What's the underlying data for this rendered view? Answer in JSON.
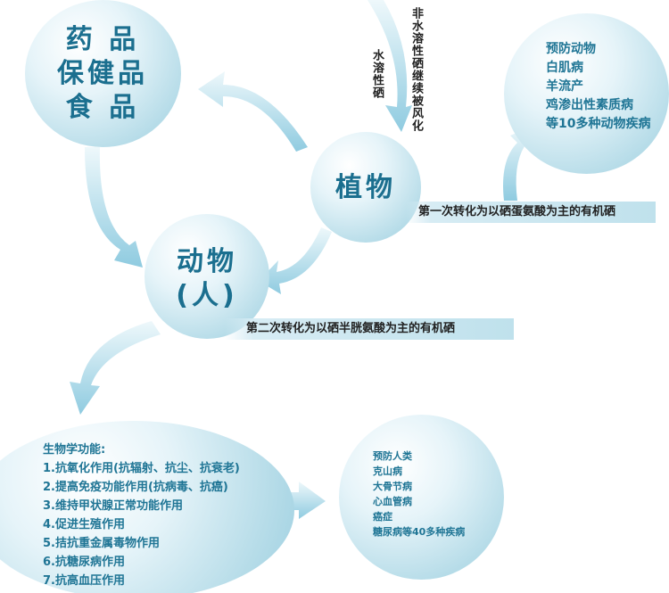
{
  "nodes": {
    "products": [
      "药 品",
      "保健品",
      "食 品"
    ],
    "plant": "植物",
    "animal": [
      "动物",
      "(人)"
    ],
    "animal_prevention": [
      "预防动物",
      "白肌病",
      "羊流产",
      "鸡渗出性素质病",
      "等10多种动物疾病"
    ],
    "human_prevention": [
      "预防人类",
      "克山病",
      "大骨节病",
      "心血管病",
      "癌症",
      "糖尿病等40多种疾病"
    ],
    "bio_functions": {
      "title": "生物学功能:",
      "items": [
        "1.抗氧化作用(抗辐射、抗尘、抗衰老)",
        "2.提高免疫功能作用(抗病毒、抗癌)",
        "3.维持甲状腺正常功能作用",
        "4.促进生殖作用",
        "5.拮抗重金属毒物作用",
        "6.抗糖尿病作用",
        "7.抗高血压作用"
      ]
    }
  },
  "labels": {
    "insoluble": "非水溶性硒继续被风化",
    "soluble": "水溶性硒",
    "first_conversion": "第一次转化为以硒蛋氨酸为主的有机硒",
    "second_conversion": "第二次转化为以硒半胱氨酸为主的有机硒"
  },
  "colors": {
    "text": "#1b6f8f",
    "arrow": "#a9d6e6"
  }
}
